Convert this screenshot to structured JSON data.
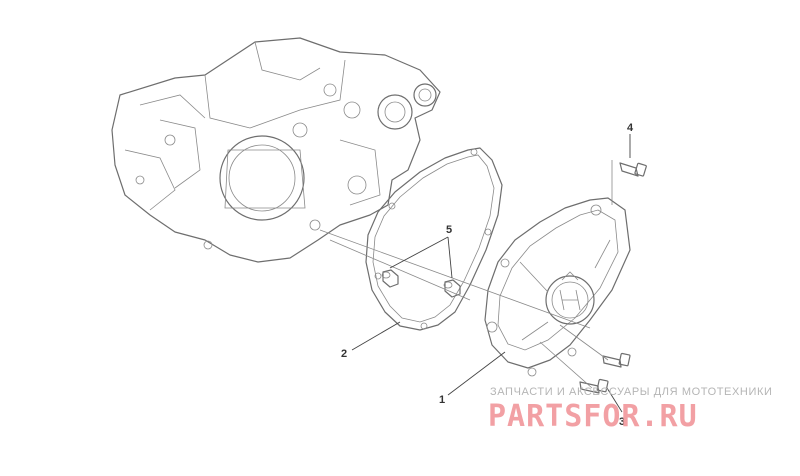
{
  "callouts": {
    "c1": "1",
    "c2": "2",
    "c3": "3",
    "c4": "4",
    "c5": "5"
  },
  "watermark": {
    "line1": "ЗАПЧАСТИ И АКСЕССУАРЫ ДЛЯ МОТОТЕХНИКИ",
    "line2": "PARTSFOR.RU"
  },
  "colors": {
    "stroke": "#6e6e6e",
    "watermark_text": "#b5b5b5",
    "watermark_brand": "#f2a0a4"
  }
}
